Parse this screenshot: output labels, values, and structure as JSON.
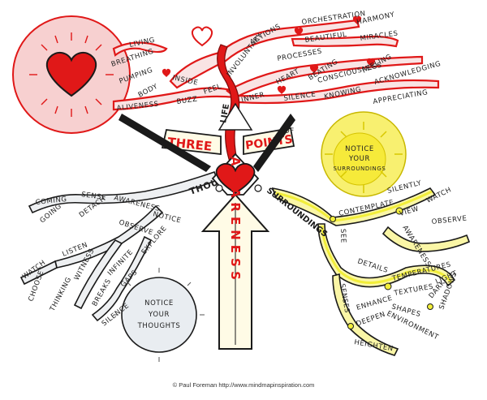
{
  "center": {
    "line1": "THREE",
    "line2": "POINTS",
    "of": "OF",
    "trunk": "AWARENESS",
    "top": "LIFE"
  },
  "life_branch": {
    "words": [
      "LIVING",
      "BREATHING",
      "PUMPING",
      "BODY",
      "ALIVENESS",
      "INSIDE",
      "BUZZ",
      "FEEL",
      "INVOLUNTARY",
      "ACTIONS",
      "PROCESSES",
      "ORCHESTRATION",
      "BEAUTIFUL",
      "HARMONY",
      "MIRACLES",
      "INNER",
      "HEART",
      "BEATING",
      "SILENCE",
      "CONSCIOUSNESS",
      "KNOWING",
      "FEELING",
      "ACKNOWLEDGING",
      "APPRECIATING"
    ]
  },
  "thoughts_branch": {
    "title": "THOUGHTS",
    "bubble": [
      "NOTICE",
      "YOUR",
      "THOUGHTS"
    ],
    "words": [
      "COMING",
      "GOING",
      "SENSE",
      "DETACH",
      "AWARENESS",
      "NOTICE",
      "OBSERVE",
      "EXPLORE",
      "LISTEN",
      "WITNESS",
      "WATCH",
      "CHOOSE",
      "THINKING",
      "INFINITE",
      "GAPS",
      "BREAKS",
      "SILENCE"
    ]
  },
  "surroundings_branch": {
    "title": "SURROUNDINGS",
    "bubble": [
      "NOTICE",
      "YOUR",
      "SURROUNDINGS"
    ],
    "words": [
      "CONTEMPLATE",
      "SILENTLY",
      "WATCH",
      "VIEW",
      "OBSERVE",
      "AWARENESS",
      "SEE",
      "SENSES",
      "DETAILS",
      "TEMPERATURES",
      "TEXTURES",
      "SHAPES",
      "LIGHT",
      "DARK",
      "SHADOWS",
      "ENVIRONMENT",
      "ENHANCE",
      "DEEPEN",
      "HEIGHTEN"
    ]
  },
  "credit": "© Paul Foreman http://www.mindmapinspiration.com",
  "colors": {
    "red": "#e01818",
    "pink": "#f7cfcf",
    "yellow": "#f2ee3a",
    "sun": "#f8f070",
    "grey": "#e9ecef",
    "outline": "#1a1a1a"
  }
}
